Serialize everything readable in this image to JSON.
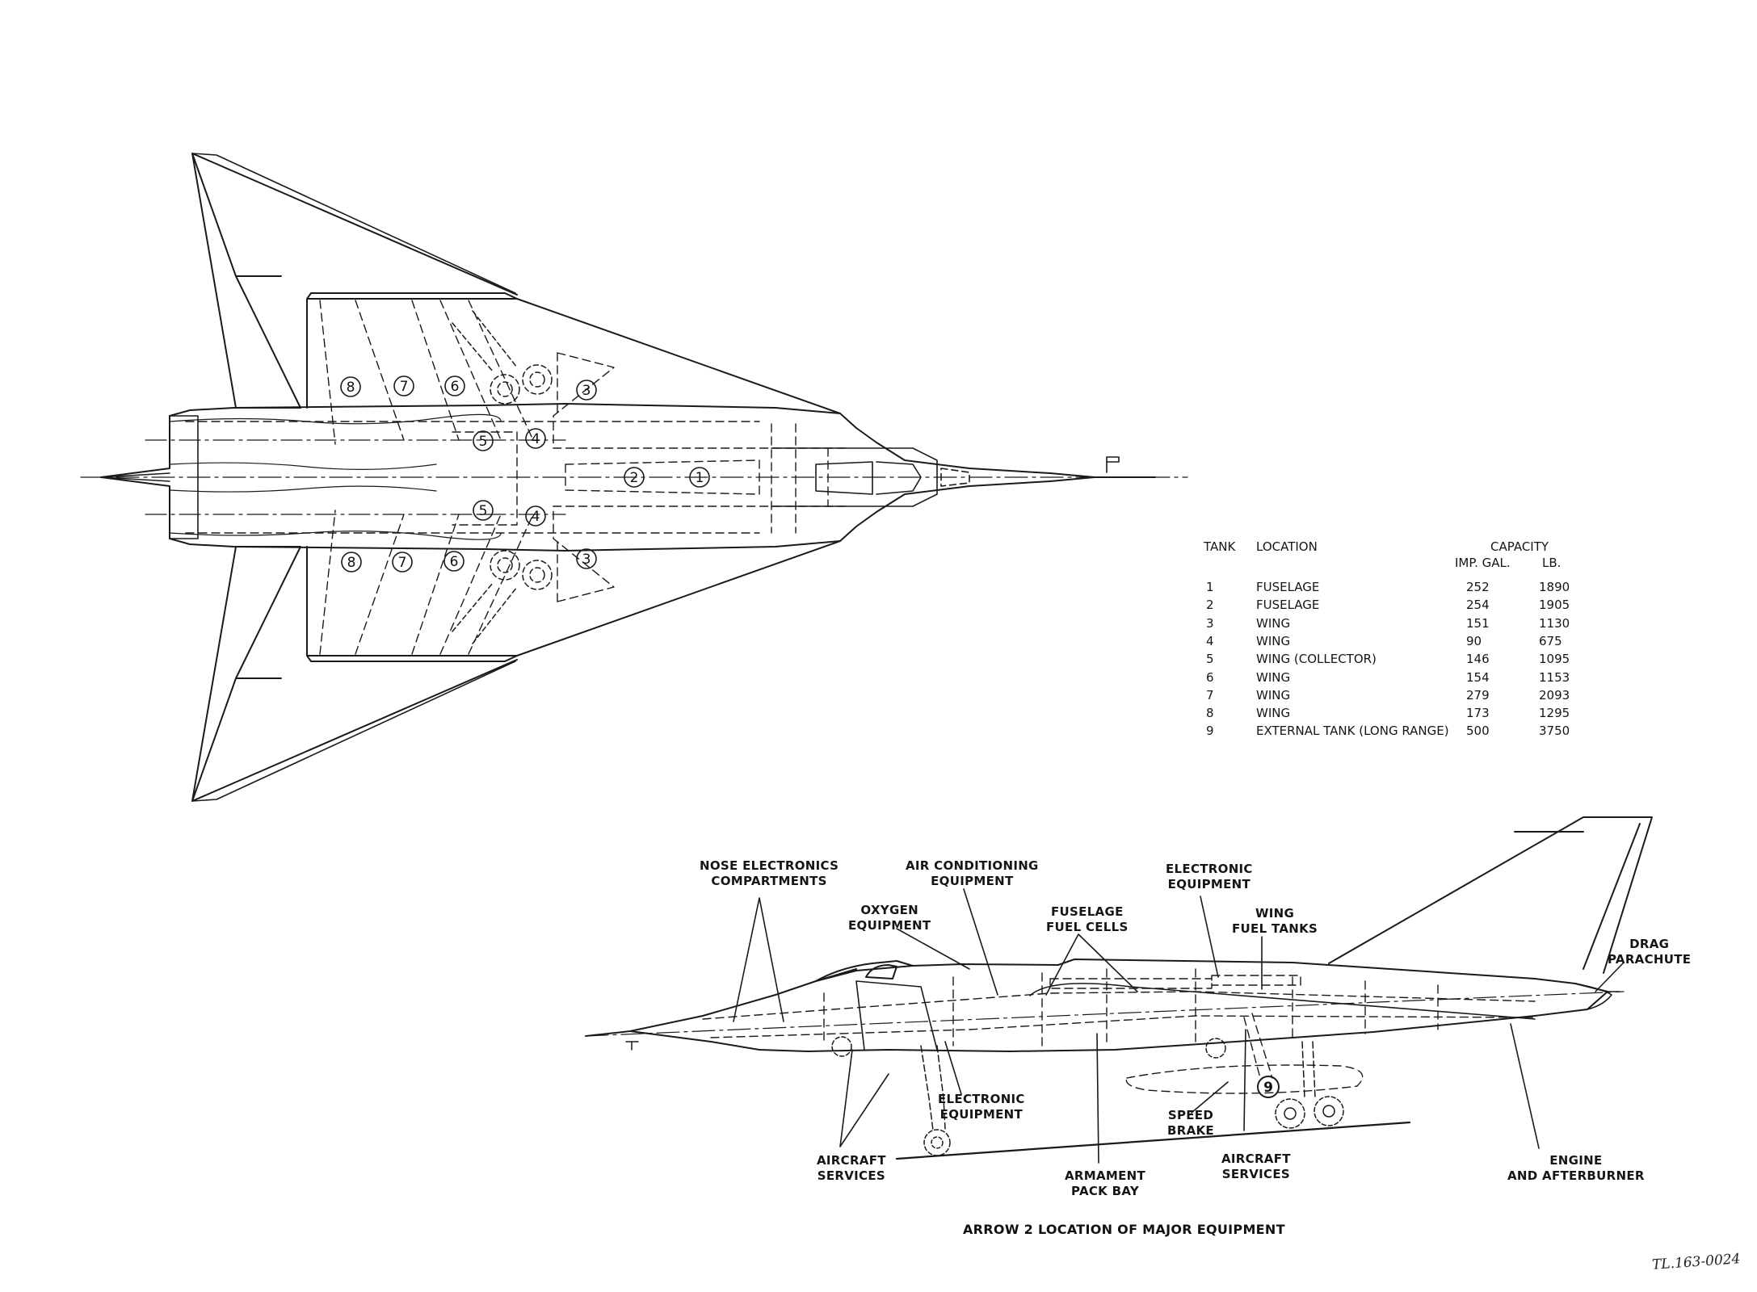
{
  "document": {
    "title": "ARROW 2 LOCATION OF MAJOR EQUIPMENT",
    "document_number": "TL.163-0024"
  },
  "tank_table": {
    "headers": {
      "tank": "TANK",
      "location": "LOCATION",
      "capacity": "CAPACITY",
      "imp_gal": "IMP. GAL.",
      "lb": "LB."
    },
    "rows": [
      {
        "tank": "1",
        "location": "FUSELAGE",
        "imp_gal": "252",
        "lb": "1890"
      },
      {
        "tank": "2",
        "location": "FUSELAGE",
        "imp_gal": "254",
        "lb": "1905"
      },
      {
        "tank": "3",
        "location": "WING",
        "imp_gal": "151",
        "lb": "1130"
      },
      {
        "tank": "4",
        "location": "WING",
        "imp_gal": "90",
        "lb": "675"
      },
      {
        "tank": "5",
        "location": "WING   (COLLECTOR)",
        "imp_gal": "146",
        "lb": "1095"
      },
      {
        "tank": "6",
        "location": "WING",
        "imp_gal": "154",
        "lb": "1153"
      },
      {
        "tank": "7",
        "location": "WING",
        "imp_gal": "279",
        "lb": "2093"
      },
      {
        "tank": "8",
        "location": "WING",
        "imp_gal": "173",
        "lb": "1295"
      },
      {
        "tank": "9",
        "location": "EXTERNAL TANK (LONG  RANGE)",
        "imp_gal": "500",
        "lb": "3750"
      }
    ]
  },
  "plan_view": {
    "tank_markers": [
      "1",
      "2",
      "3",
      "3",
      "4",
      "4",
      "5",
      "5",
      "6",
      "6",
      "7",
      "7",
      "8",
      "8"
    ]
  },
  "side_view": {
    "tank_marker": "9",
    "callouts": {
      "nose_electronics": "NOSE ELECTRONICS\nCOMPARTMENTS",
      "air_conditioning": "AIR CONDITIONING\nEQUIPMENT",
      "oxygen": "OXYGEN\nEQUIPMENT",
      "fuselage_fuel_cells": "FUSELAGE\nFUEL CELLS",
      "electronic_upper": "ELECTRONIC\nEQUIPMENT",
      "wing_fuel_tanks": "WING\nFUEL TANKS",
      "drag_parachute": "DRAG\nPARACHUTE",
      "aircraft_services_front": "AIRCRAFT\nSERVICES",
      "electronic_lower": "ELECTRONIC\nEQUIPMENT",
      "armament_pack_bay": "ARMAMENT\nPACK BAY",
      "speed_brake": "SPEED\nBRAKE",
      "aircraft_services_rear": "AIRCRAFT\nSERVICES",
      "engine_afterburner": "ENGINE\nAND AFTERBURNER"
    }
  }
}
